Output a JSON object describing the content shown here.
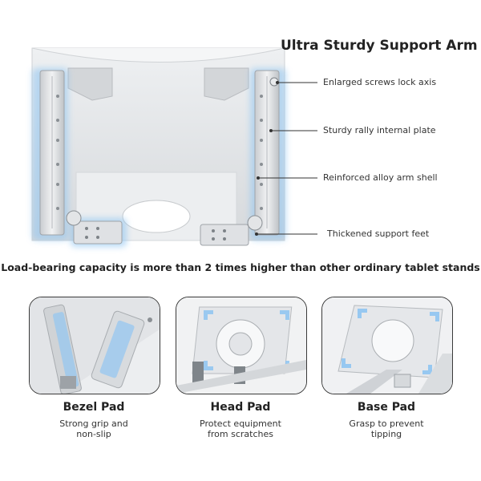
{
  "header": {
    "title": "Ultra Sturdy Support Arm"
  },
  "callouts": [
    {
      "label": "Enlarged screws lock axis"
    },
    {
      "label": "Sturdy rally internal plate"
    },
    {
      "label": "Reinforced alloy arm shell"
    },
    {
      "label": "Thickened support feet"
    }
  ],
  "subtitle": "Load-bearing capacity is more than 2 times higher than other ordinary tablet stands",
  "pads": [
    {
      "title": "Bezel Pad",
      "desc_line1": "Strong grip and",
      "desc_line2": "non-slip"
    },
    {
      "title": "Head Pad",
      "desc_line1": "Protect equipment",
      "desc_line2": "from scratches"
    },
    {
      "title": "Base Pad",
      "desc_line1": "Grasp to prevent",
      "desc_line2": "tipping"
    }
  ],
  "colors": {
    "highlight_blue": "#8ec5f2",
    "metal_silver": "#d9dcdf",
    "card_border": "#3a3a3a"
  }
}
